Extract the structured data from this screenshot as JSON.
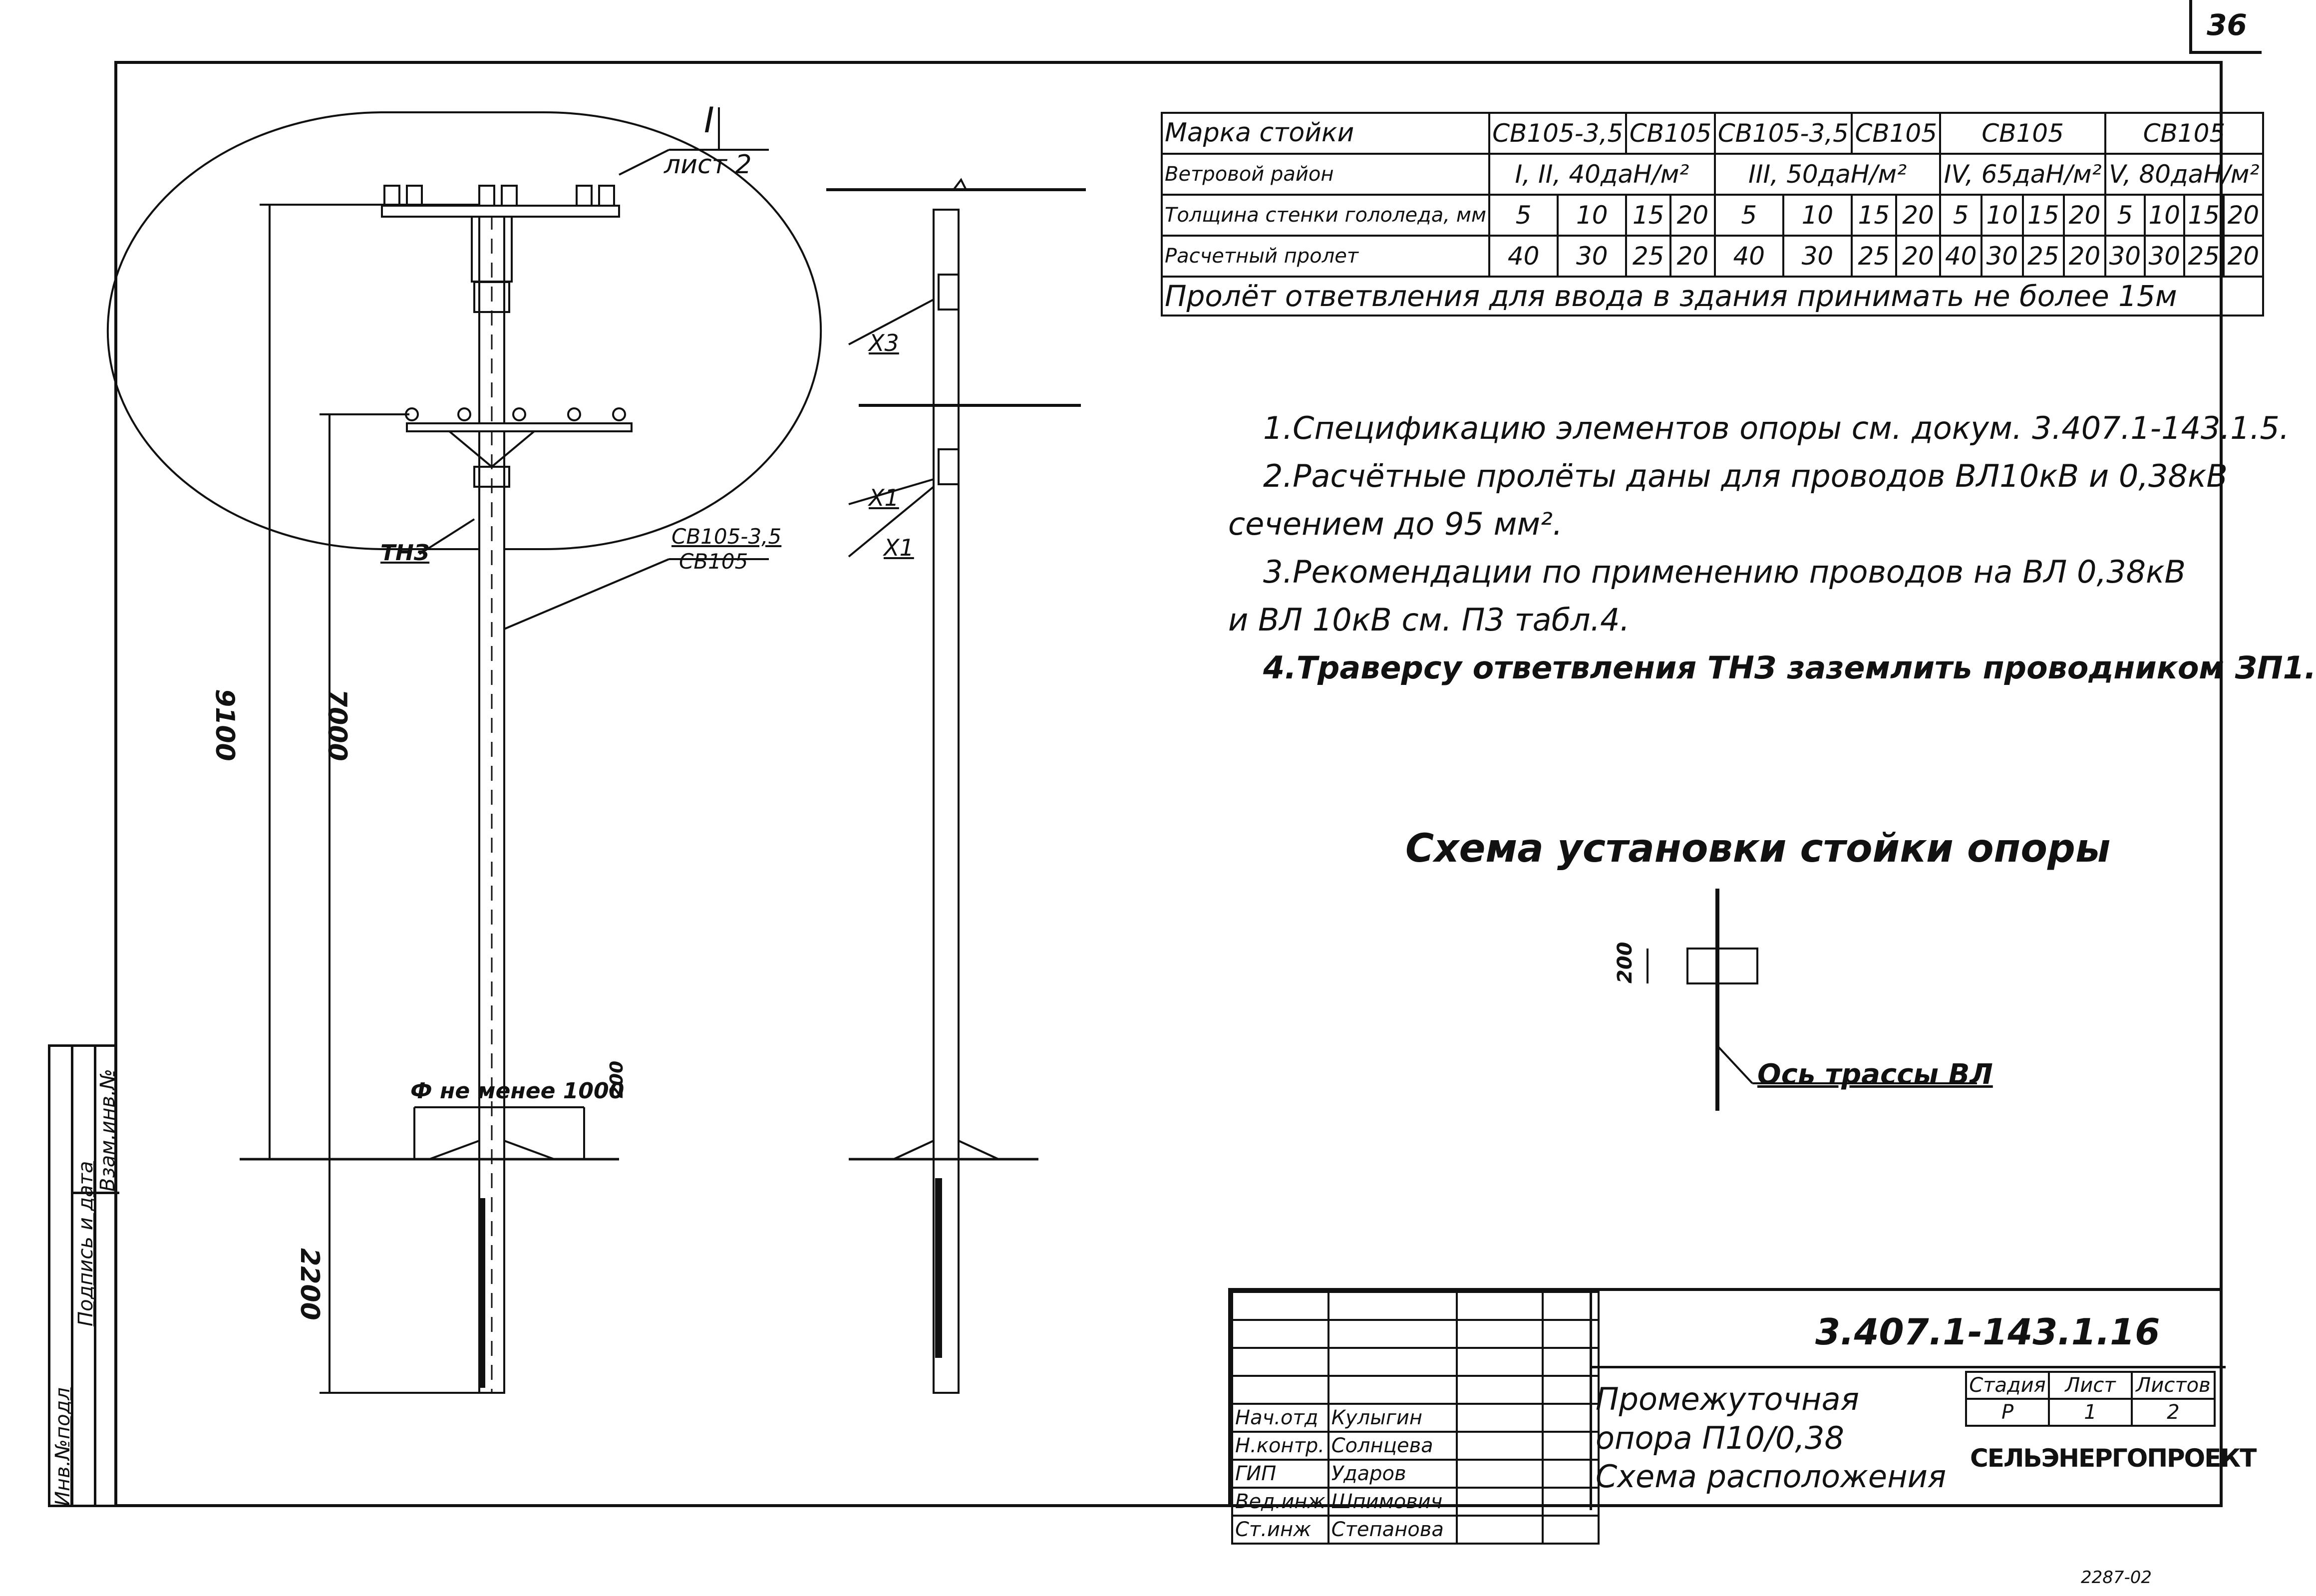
{
  "sheet_number": "36",
  "bottom_ref": "2287-02",
  "sidebar": {
    "col1": "Инв.№подл",
    "col2": "Подпись и дата",
    "col3": "Взам.инв.№"
  },
  "labels": {
    "detail_mark": "I",
    "detail_ref": "лист 2",
    "tnz": "ТНЗ",
    "pole_mark_1": "СВ105-3,5",
    "pole_mark_2": "СВ105",
    "dim_9100": "9100",
    "dim_7000": "7000",
    "dim_2200": "2200",
    "dim_1000": "Ф не менее 1000",
    "dim_200": "200",
    "x3": "Х3",
    "x1a": "Х1",
    "x1b": "Х1"
  },
  "spec_table": {
    "row_labels": {
      "mark": "Марка стойки",
      "wind": "Ветровой район",
      "ice": "Толщина стенки гололеда, мм",
      "span": "Расчетный пролет"
    },
    "marks": [
      "СВ105-3,5",
      "СВ105",
      "СВ105-3,5",
      "СВ105",
      "СВ105",
      "СВ105"
    ],
    "wind": [
      "I, II, 40даН/м²",
      "III, 50даН/м²",
      "IV, 65даН/м²",
      "V, 80даН/м²"
    ],
    "ice": [
      "5",
      "10",
      "15",
      "20",
      "5",
      "10",
      "15",
      "20",
      "5",
      "10",
      "15",
      "20",
      "5",
      "10",
      "15",
      "20"
    ],
    "span": [
      "40",
      "30",
      "25",
      "20",
      "40",
      "30",
      "25",
      "20",
      "40",
      "30",
      "25",
      "20",
      "30",
      "30",
      "25",
      "20"
    ],
    "note": "Пролёт ответвления для ввода в здания принимать не более 15м"
  },
  "notes": {
    "n1": "1.Спецификацию элементов опоры см. докум. 3.407.1-143.1.5.",
    "n2": "2.Расчётные пролёты даны для проводов ВЛ10кВ и 0,38кВ",
    "n2b": "сечением до 95 мм².",
    "n3": "3.Рекомендации по применению проводов на ВЛ 0,38кВ",
    "n3b": "и ВЛ 10кВ  см. П3 табл.4.",
    "n4": "4.Траверсу ответвления ТНЗ заземлить проводником ЗП1."
  },
  "scheme": {
    "title": "Схема установки стойки опоры",
    "axis": "Ось трассы ВЛ",
    "dim": "200"
  },
  "title_block": {
    "doc_code": "3.407.1-143.1.16",
    "roles": [
      "Нач.отд",
      "Н.контр.",
      "ГИП",
      "Вед.инж",
      "Ст.инж"
    ],
    "names": [
      "Кулыгин",
      "Солнцева",
      "Ударов",
      "Шпимович",
      "Степанова"
    ],
    "name_line1": "Промежуточная",
    "name_line2": "опора П10/0,38",
    "name_line3": "Схема расположения",
    "stage_head": "Стадия",
    "sheet_head": "Лист",
    "sheets_head": "Листов",
    "stage": "Р",
    "sheet": "1",
    "sheets": "2",
    "org": "СЕЛЬЭНЕРГОПРОЕКТ"
  }
}
